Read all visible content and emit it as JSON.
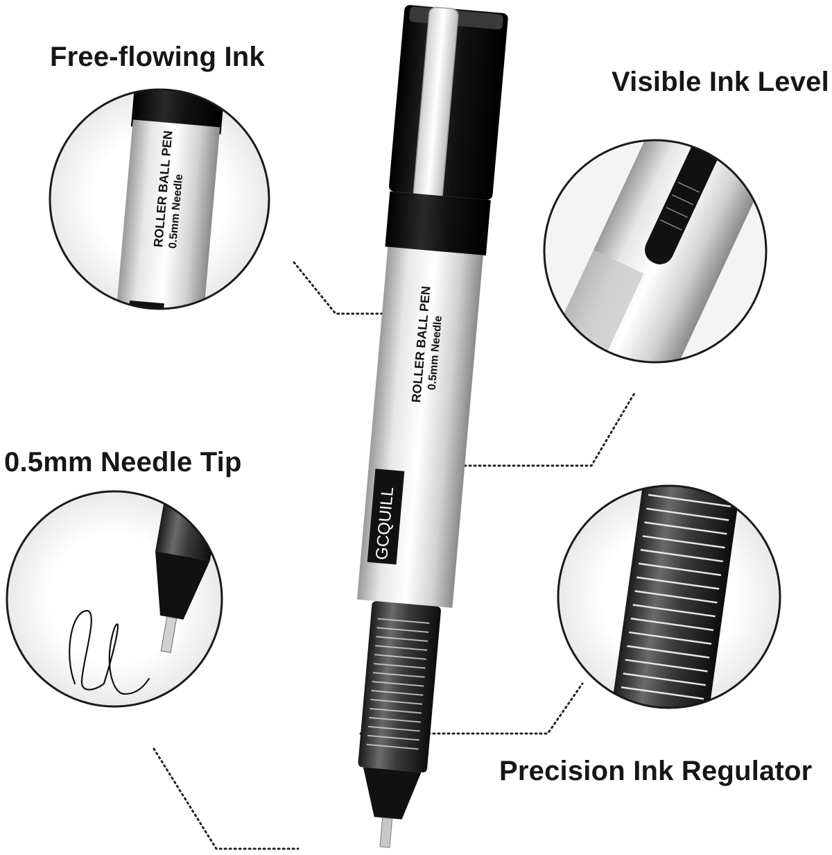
{
  "features": {
    "free_flowing": "Free-flowing Ink",
    "visible_level": "Visible Ink Level",
    "needle_tip": "0.5mm Needle Tip",
    "regulator": "Precision Ink Regulator"
  },
  "pen": {
    "brand": "GCQUILL",
    "label_line1": "ROLLER BALL PEN",
    "label_line2": "0.5mm Needle"
  },
  "colors": {
    "ink_black": "#111111",
    "barrel_silver": "#d9d9d9",
    "background": "#ffffff"
  }
}
